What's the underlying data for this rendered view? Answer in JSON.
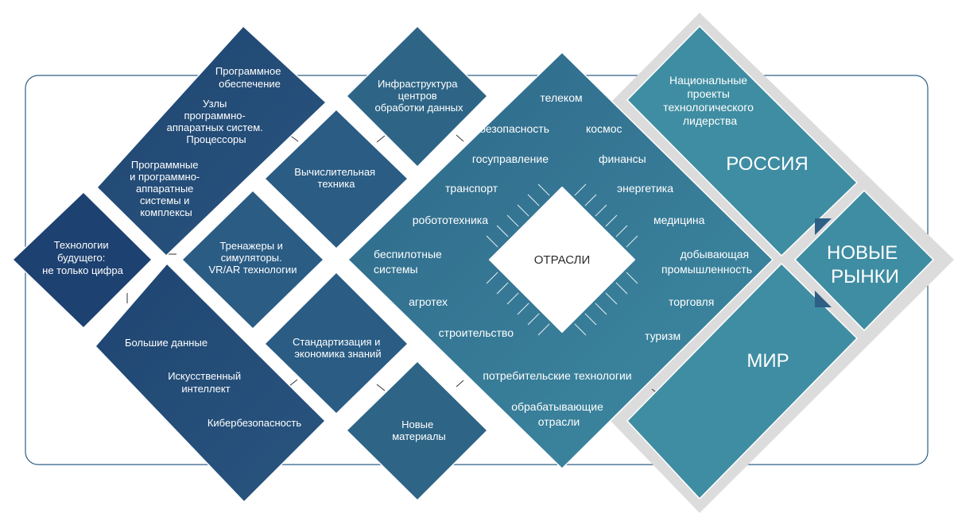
{
  "colors": {
    "navy_dark": "#1d4170",
    "navy": "#254f7c",
    "blue_mid": "#2d6588",
    "teal_big": "#357c99",
    "teal": "#3f8da2",
    "frame": "#2e5f86",
    "grey_border": "#d9d9d9"
  },
  "nodes": {
    "future_tech": [
      "Технологии",
      "будущего:",
      "не только цифра"
    ],
    "software_group": {
      "software": [
        "Программное",
        "обеспечение"
      ],
      "hardware_nodes": [
        "Узлы",
        "программно-",
        "аппаратных систем.",
        "Процессоры"
      ],
      "complexes": [
        "Программные",
        "и программно-",
        "аппаратные",
        "системы и",
        "комплексы"
      ]
    },
    "data_group": {
      "big_data": [
        "Большие данные"
      ],
      "ai": [
        "Искусственный",
        "интеллект"
      ],
      "cybersecurity": [
        "Кибербезопасность"
      ]
    },
    "trainers": [
      "Тренажеры и",
      "симуляторы.",
      "VR/AR технологии"
    ],
    "computing": [
      "Вычислительная",
      "техника"
    ],
    "standardization": [
      "Стандартизация и",
      "экономика знаний"
    ],
    "datacenters": [
      "Инфраструктура",
      "центров",
      "обработки данных"
    ],
    "new_materials": [
      "Новые",
      "материалы"
    ],
    "national_projects": [
      "Национальные",
      "проекты",
      "технологического",
      "лидерства"
    ],
    "russia": [
      "РОССИЯ"
    ],
    "new_markets": [
      "НОВЫЕ",
      "РЫНКИ"
    ],
    "world": [
      "МИР"
    ]
  },
  "industries": {
    "center": "ОТРАСЛИ",
    "items": [
      "телеком",
      "безопасность",
      "космос",
      "госуправление",
      "финансы",
      "транспорт",
      "энергетика",
      "робототехника",
      "медицина",
      "беспилотные системы",
      "добывающая промышленность",
      "агротех",
      "торговля",
      "строительство",
      "туризм",
      "потребительские технологии",
      "обрабатывающие отрасли"
    ]
  }
}
